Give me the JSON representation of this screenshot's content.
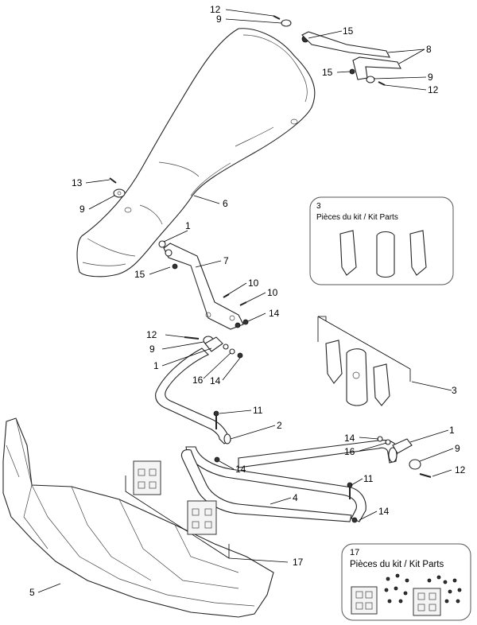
{
  "callouts": {
    "c12_top": "12",
    "c9_top": "9",
    "c15_top": "15",
    "c8": "8",
    "c15_right": "15",
    "c9_right": "9",
    "c12_right": "12",
    "c13": "13",
    "c9_left": "9",
    "c6": "6",
    "c1_top": "1",
    "c7": "7",
    "c15_mid": "15",
    "c10_a": "10",
    "c10_b": "10",
    "c14_a": "14",
    "c12_mid": "12",
    "c9_mid": "9",
    "c1_mid": "1",
    "c16_mid": "16",
    "c14_mid": "14",
    "c3": "3",
    "c11_a": "11",
    "c2": "2",
    "c14_r": "14",
    "c16_r": "16",
    "c1_r": "1",
    "c9_r": "9",
    "c12_r": "12",
    "c14_b": "14",
    "c11_b": "11",
    "c4": "4",
    "c14_c": "14",
    "c17": "17",
    "c5": "5"
  },
  "kit_box_3": {
    "number": "3",
    "caption": "Pièces du kit / Kit Parts"
  },
  "kit_box_17": {
    "number": "17",
    "caption": "Pièces du kit / Kit Parts"
  }
}
